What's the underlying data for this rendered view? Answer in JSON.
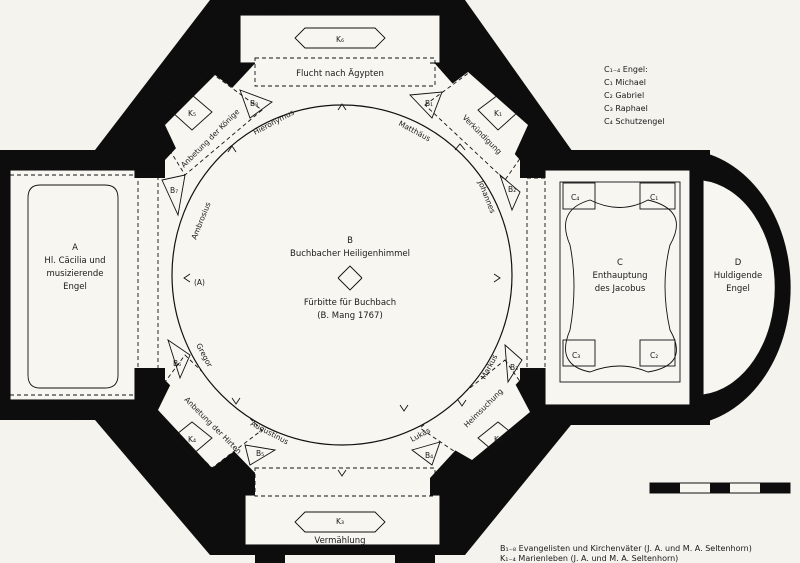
{
  "legend_engel": {
    "title": "C₁₋₄ Engel:",
    "items": [
      "C₁ Michael",
      "C₂ Gabriel",
      "C₃ Raphael",
      "C₄ Schutzengel"
    ]
  },
  "fields": {
    "A": {
      "letter": "A",
      "line1": "Hl. Cäcilia und",
      "line2": "musizierende",
      "line3": "Engel"
    },
    "B": {
      "letter": "B",
      "line1": "Buchbacher Heiligenhimmel",
      "line2": "Fürbitte für Buchbach",
      "line3": "(B. Mang 1767)"
    },
    "C": {
      "letter": "C",
      "line1": "Enthauptung",
      "line2": "des Jacobus"
    },
    "D": {
      "letter": "D",
      "line1": "Huldigende",
      "line2": "Engel"
    }
  },
  "corner_angels": {
    "C1": "C₁",
    "C2": "C₂",
    "C3": "C₃",
    "C4": "C₄"
  },
  "evangelists": {
    "B1": "B₁",
    "B2": "B₂",
    "B3": "B₃",
    "B4": "B₄",
    "B5": "B₅",
    "B6": "B₆",
    "B7": "B₇",
    "B8": "B₈"
  },
  "cartouches": {
    "K1": "K₁",
    "K2": "K₂",
    "K3": "K₃",
    "K4": "K₄",
    "K5": "K₅",
    "K6": "K₆"
  },
  "names": {
    "matthaeus": "Matthäus",
    "johannes": "Johannes",
    "markus": "Markus",
    "lukas": "Lukas",
    "augustinus": "Augustinus",
    "gregor": "Gregor",
    "ambrosius": "Ambrosius",
    "hieronymus": "Hieronymus"
  },
  "scenes": {
    "flucht": "Flucht nach Ägypten",
    "verkuendigung": "Verkündigung",
    "heimsuchung": "Heimsuchung",
    "vermaehlung": "Vermählung",
    "anbetung_hirten": "Anbetung der Hirten",
    "anbetung_koenige": "Anbetung der Könige"
  },
  "marker_a": "(A)",
  "legend_bottom": {
    "line1": "B₁₋₈  Evangelisten und Kirchenväter (J. A. und M. A. Seltenhorn)",
    "line2": "K₁₋₄  Marienleben (J. A. und M. A. Seltenhorn)"
  }
}
